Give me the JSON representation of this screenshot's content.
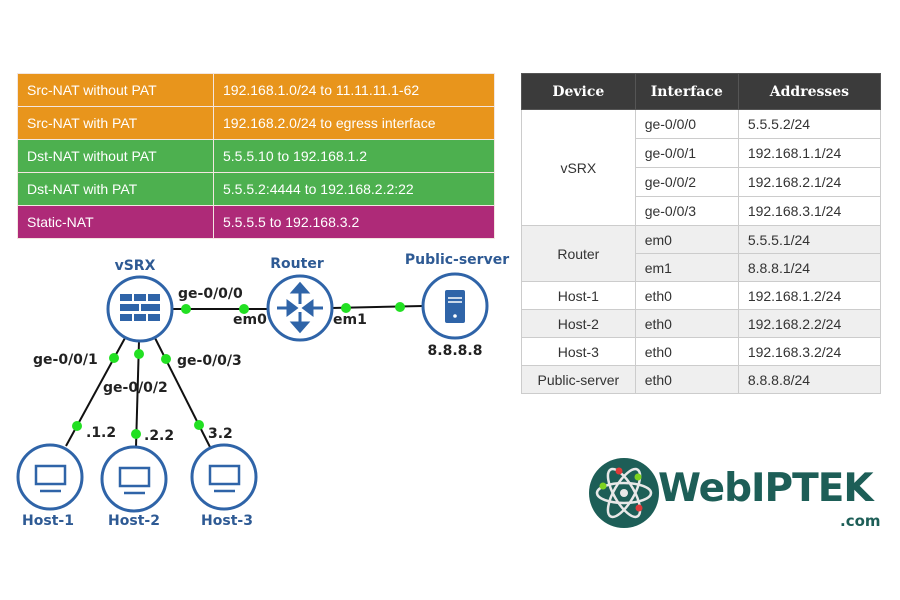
{
  "nat_table": [
    {
      "type": "Src-NAT without PAT",
      "mapping": "192.168.1.0/24  to  11.11.11.1-62",
      "color": "#E8951C"
    },
    {
      "type": "Src-NAT with PAT",
      "mapping": "192.168.2.0/24  to  egress interface",
      "color": "#E8951C"
    },
    {
      "type": "Dst-NAT without PAT",
      "mapping": "5.5.5.10  to  192.168.1.2",
      "color": "#4DB04F"
    },
    {
      "type": "Dst-NAT with PAT",
      "mapping": "5.5.5.2:4444  to  192.168.2.2:22",
      "color": "#4DB04F"
    },
    {
      "type": "Static-NAT",
      "mapping": "5.5.5.5  to 192.168.3.2",
      "color": "#AE2A78"
    }
  ],
  "device_table": {
    "headers": [
      "Device",
      "Interface",
      "Addresses"
    ],
    "vsrx": {
      "device": "vSRX",
      "rows": [
        [
          "ge-0/0/0",
          "5.5.5.2/24"
        ],
        [
          "ge-0/0/1",
          "192.168.1.1/24"
        ],
        [
          "ge-0/0/2",
          "192.168.2.1/24"
        ],
        [
          "ge-0/0/3",
          "192.168.3.1/24"
        ]
      ]
    },
    "router": {
      "device": "Router",
      "rows": [
        [
          "em0",
          "5.5.5.1/24"
        ],
        [
          "em1",
          "8.8.8.1/24"
        ]
      ]
    },
    "others": [
      [
        "Host-1",
        "eth0",
        "192.168.1.2/24"
      ],
      [
        "Host-2",
        "eth0",
        "192.168.2.2/24"
      ],
      [
        "Host-3",
        "eth0",
        "192.168.3.2/24"
      ],
      [
        "Public-server",
        "eth0",
        "8.8.8.8/24"
      ]
    ]
  },
  "diagram": {
    "nodes": {
      "vsrx": "vSRX",
      "router": "Router",
      "server": "Public-server",
      "server_ip": "8.8.8.8",
      "host1": "Host-1",
      "host2": "Host-2",
      "host3": "Host-3"
    },
    "ports": {
      "ge0": "ge-0/0/0",
      "em0": "em0",
      "em1": "em1",
      "ge1": "ge-0/0/1",
      "ge2": "ge-0/0/2",
      "ge3": "ge-0/0/3",
      "h1": ".1.2",
      "h2": ".2.2",
      "h3": "3.2"
    }
  },
  "logo": {
    "name": "WebIPTEK",
    "domain": ".com"
  }
}
